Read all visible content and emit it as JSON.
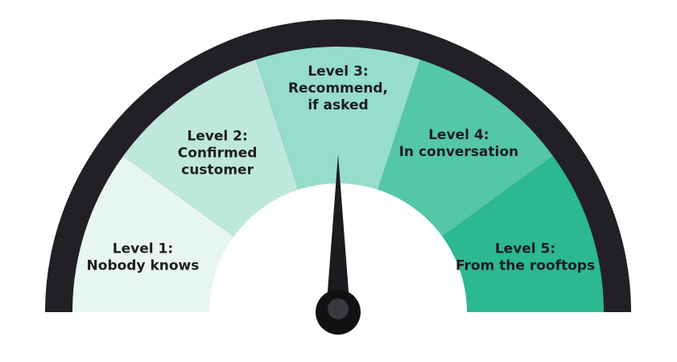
{
  "gauge": {
    "pointer_level": 3,
    "levels": [
      {
        "lines": [
          "Level 1:",
          "Nobody knows"
        ],
        "color": "#e8f6f2"
      },
      {
        "lines": [
          "Level 2:",
          "Confirmed",
          "customer"
        ],
        "color": "#bfe8dd"
      },
      {
        "lines": [
          "Level 3:",
          "Recommend,",
          "if asked"
        ],
        "color": "#96ddca"
      },
      {
        "lines": [
          "Level 4:",
          "In conversation"
        ],
        "color": "#53c7a6"
      },
      {
        "lines": [
          "Level 5:",
          "From the rooftops"
        ],
        "color": "#2cb890"
      }
    ],
    "colors": {
      "rim": "#222024",
      "needle": "#1d1b1f",
      "hub": "#111012",
      "hub_highlight": "#3a3a3e",
      "center": "#ffffff"
    }
  }
}
